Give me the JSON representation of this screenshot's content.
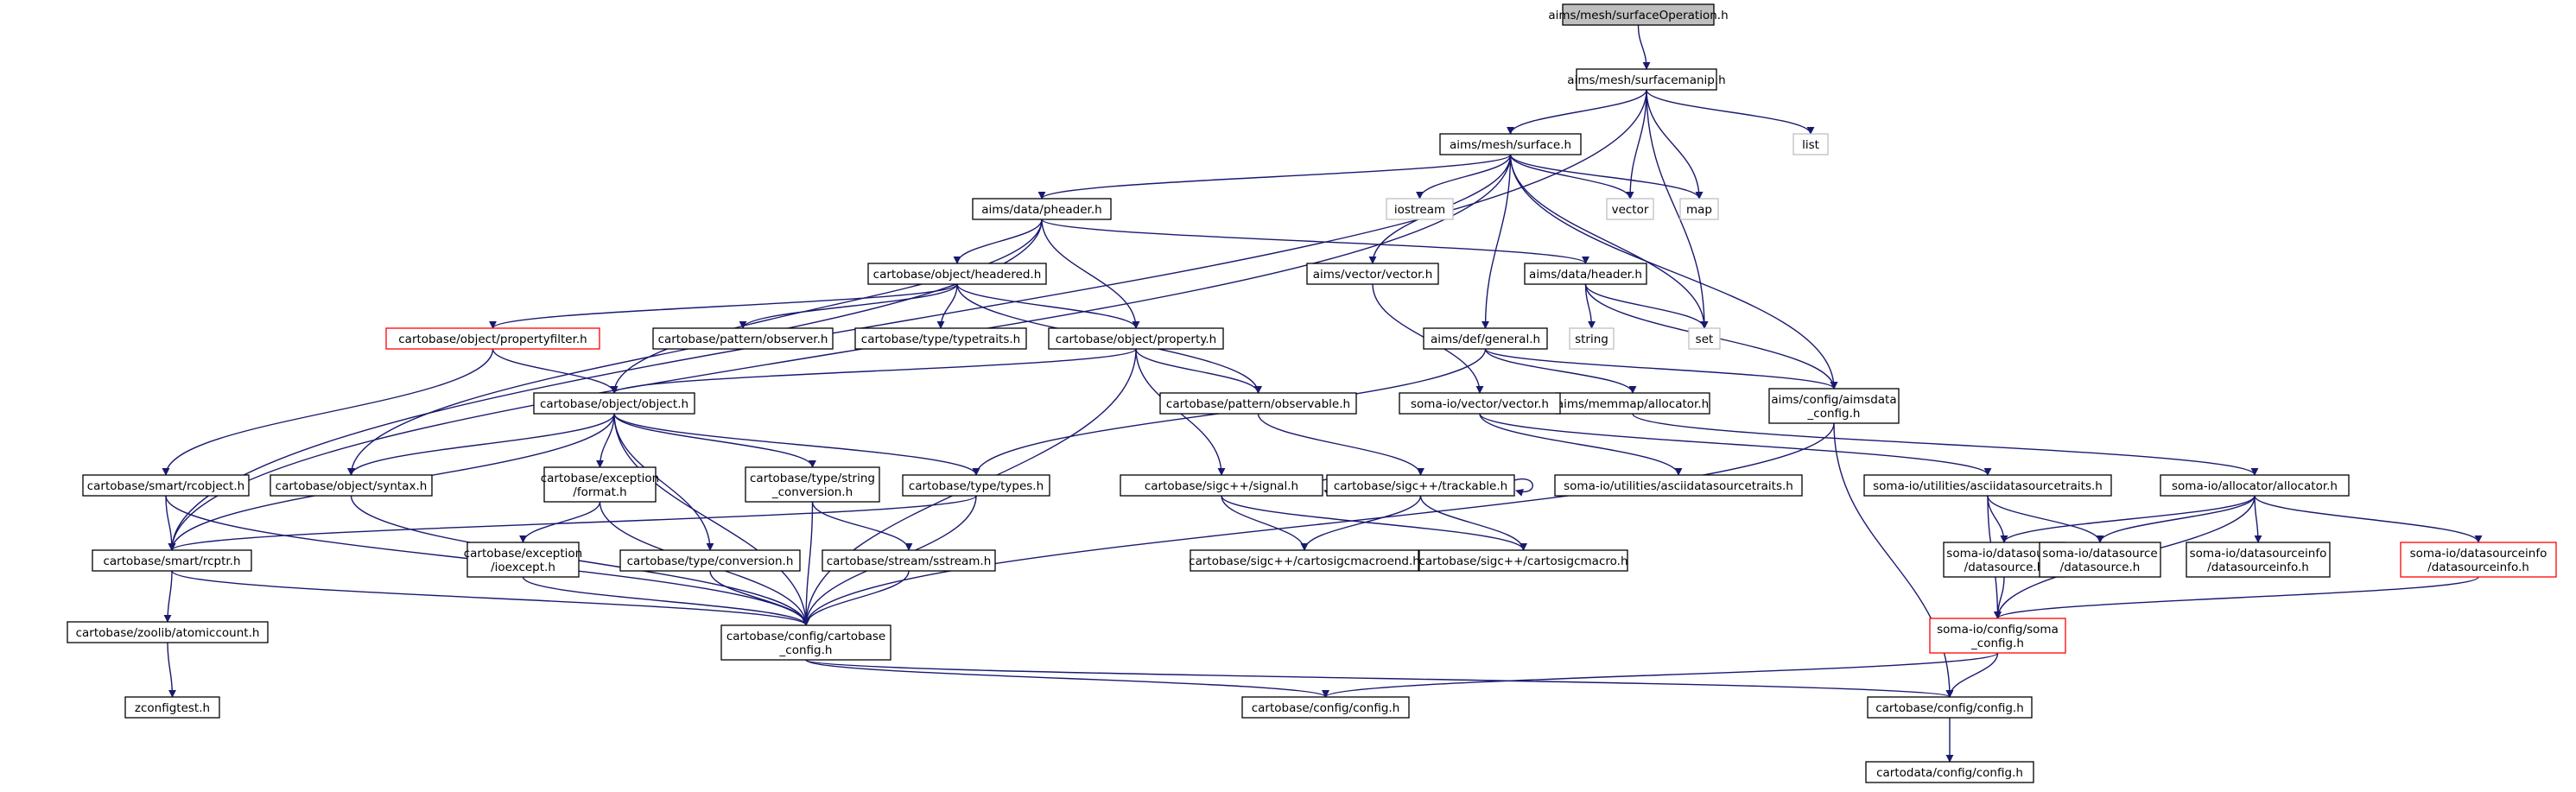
{
  "nodes": [
    {
      "id": "root",
      "lines": [
        "aims/mesh/surfaceOperation.h"
      ],
      "style": "root"
    },
    {
      "id": "surfacemanip",
      "lines": [
        "aims/mesh/surfacemanip.h"
      ],
      "style": "normal"
    },
    {
      "id": "list",
      "lines": [
        "list"
      ],
      "style": "std"
    },
    {
      "id": "surface",
      "lines": [
        "aims/mesh/surface.h"
      ],
      "style": "normal"
    },
    {
      "id": "vector_std",
      "lines": [
        "vector"
      ],
      "style": "std"
    },
    {
      "id": "map",
      "lines": [
        "map"
      ],
      "style": "std"
    },
    {
      "id": "iostream",
      "lines": [
        "iostream"
      ],
      "style": "std"
    },
    {
      "id": "pheader",
      "lines": [
        "aims/data/pheader.h"
      ],
      "style": "normal"
    },
    {
      "id": "headered",
      "lines": [
        "cartobase/object/headered.h"
      ],
      "style": "normal"
    },
    {
      "id": "aimsvector",
      "lines": [
        "aims/vector/vector.h"
      ],
      "style": "normal"
    },
    {
      "id": "header",
      "lines": [
        "aims/data/header.h"
      ],
      "style": "normal"
    },
    {
      "id": "string",
      "lines": [
        "string"
      ],
      "style": "std"
    },
    {
      "id": "set",
      "lines": [
        "set"
      ],
      "style": "std"
    },
    {
      "id": "propertyfilter",
      "lines": [
        "cartobase/object/propertyfilter.h"
      ],
      "style": "red"
    },
    {
      "id": "observer",
      "lines": [
        "cartobase/pattern/observer.h"
      ],
      "style": "normal"
    },
    {
      "id": "typetraits",
      "lines": [
        "cartobase/type/typetraits.h"
      ],
      "style": "normal"
    },
    {
      "id": "property",
      "lines": [
        "cartobase/object/property.h"
      ],
      "style": "normal"
    },
    {
      "id": "general",
      "lines": [
        "aims/def/general.h"
      ],
      "style": "normal"
    },
    {
      "id": "aimsdataconfig",
      "lines": [
        "aims/config/aimsdata",
        "_config.h"
      ],
      "style": "normal"
    },
    {
      "id": "memmapalloc",
      "lines": [
        "aims/memmap/allocator.h"
      ],
      "style": "normal"
    },
    {
      "id": "object",
      "lines": [
        "cartobase/object/object.h"
      ],
      "style": "normal"
    },
    {
      "id": "observable",
      "lines": [
        "cartobase/pattern/observable.h"
      ],
      "style": "normal"
    },
    {
      "id": "somavector",
      "lines": [
        "soma-io/vector/vector.h"
      ],
      "style": "normal"
    },
    {
      "id": "rcobject",
      "lines": [
        "cartobase/smart/rcobject.h"
      ],
      "style": "normal"
    },
    {
      "id": "syntax",
      "lines": [
        "cartobase/object/syntax.h"
      ],
      "style": "normal"
    },
    {
      "id": "format",
      "lines": [
        "cartobase/exception",
        "/format.h"
      ],
      "style": "normal"
    },
    {
      "id": "stringconv",
      "lines": [
        "cartobase/type/string",
        "_conversion.h"
      ],
      "style": "normal"
    },
    {
      "id": "types",
      "lines": [
        "cartobase/type/types.h"
      ],
      "style": "normal"
    },
    {
      "id": "signal",
      "lines": [
        "cartobase/sigc++/signal.h"
      ],
      "style": "normal"
    },
    {
      "id": "trackable",
      "lines": [
        "cartobase/sigc++/trackable.h"
      ],
      "style": "normal"
    },
    {
      "id": "asciitraits",
      "lines": [
        "soma-io/utilities/asciidatasourcetraits.h"
      ],
      "style": "normal"
    },
    {
      "id": "asciitraits2",
      "lines": [
        "soma-io/utilities/asciidatasourcetraits.h"
      ],
      "style": "normal"
    },
    {
      "id": "somaalloc",
      "lines": [
        "soma-io/allocator/allocator.h"
      ],
      "style": "normal"
    },
    {
      "id": "rcptr",
      "lines": [
        "cartobase/smart/rcptr.h"
      ],
      "style": "normal"
    },
    {
      "id": "ioexcept",
      "lines": [
        "cartobase/exception",
        "/ioexcept.h"
      ],
      "style": "normal"
    },
    {
      "id": "conversion",
      "lines": [
        "cartobase/type/conversion.h"
      ],
      "style": "normal"
    },
    {
      "id": "sstream",
      "lines": [
        "cartobase/stream/sstream.h"
      ],
      "style": "normal"
    },
    {
      "id": "macroend",
      "lines": [
        "cartobase/sigc++/cartosigcmacroend.h"
      ],
      "style": "normal"
    },
    {
      "id": "macro",
      "lines": [
        "cartobase/sigc++/cartosigcmacro.h"
      ],
      "style": "normal"
    },
    {
      "id": "ds1",
      "lines": [
        "soma-io/datasource",
        "/datasource.h"
      ],
      "style": "normal"
    },
    {
      "id": "ds2",
      "lines": [
        "soma-io/datasource",
        "/datasource.h"
      ],
      "style": "normal"
    },
    {
      "id": "dsinfo1",
      "lines": [
        "soma-io/datasourceinfo",
        "/datasourceinfo.h"
      ],
      "style": "normal"
    },
    {
      "id": "dsinfo2",
      "lines": [
        "soma-io/datasourceinfo",
        "/datasourceinfo.h"
      ],
      "style": "red"
    },
    {
      "id": "atomiccount",
      "lines": [
        "cartobase/zoolib/atomiccount.h"
      ],
      "style": "normal"
    },
    {
      "id": "cbconfig",
      "lines": [
        "cartobase/config/cartobase",
        "_config.h"
      ],
      "style": "normal"
    },
    {
      "id": "somaconfig",
      "lines": [
        "soma-io/config/soma",
        "_config.h"
      ],
      "style": "red"
    },
    {
      "id": "zconfigtest",
      "lines": [
        "zconfigtest.h"
      ],
      "style": "normal"
    },
    {
      "id": "cbcfg1",
      "lines": [
        "cartobase/config/config.h"
      ],
      "style": "normal"
    },
    {
      "id": "cbcfg2",
      "lines": [
        "cartobase/config/config.h"
      ],
      "style": "normal"
    },
    {
      "id": "cdconfig",
      "lines": [
        "cartodata/config/config.h"
      ],
      "style": "normal"
    }
  ],
  "edges": [
    [
      "root",
      "surfacemanip"
    ],
    [
      "surfacemanip",
      "surface"
    ],
    [
      "surfacemanip",
      "list"
    ],
    [
      "surfacemanip",
      "vector_std"
    ],
    [
      "surfacemanip",
      "map"
    ],
    [
      "surfacemanip",
      "set"
    ],
    [
      "surfacemanip",
      "rcptr"
    ],
    [
      "surface",
      "pheader"
    ],
    [
      "surface",
      "iostream"
    ],
    [
      "surface",
      "vector_std"
    ],
    [
      "surface",
      "map"
    ],
    [
      "surface",
      "set"
    ],
    [
      "surface",
      "aimsvector"
    ],
    [
      "surface",
      "general"
    ],
    [
      "surface",
      "aimsdataconfig"
    ],
    [
      "surface",
      "rcptr"
    ],
    [
      "pheader",
      "headered"
    ],
    [
      "pheader",
      "header"
    ],
    [
      "pheader",
      "property"
    ],
    [
      "pheader",
      "object"
    ],
    [
      "pheader",
      "syntax"
    ],
    [
      "headered",
      "propertyfilter"
    ],
    [
      "headered",
      "observer"
    ],
    [
      "headered",
      "typetraits"
    ],
    [
      "headered",
      "property"
    ],
    [
      "headered",
      "observable"
    ],
    [
      "header",
      "string"
    ],
    [
      "header",
      "set"
    ],
    [
      "header",
      "aimsdataconfig"
    ],
    [
      "aimsvector",
      "somavector"
    ],
    [
      "general",
      "types"
    ],
    [
      "general",
      "memmapalloc"
    ],
    [
      "general",
      "aimsdataconfig"
    ],
    [
      "propertyfilter",
      "object"
    ],
    [
      "propertyfilter",
      "rcobject"
    ],
    [
      "property",
      "object"
    ],
    [
      "property",
      "observable"
    ],
    [
      "property",
      "signal"
    ],
    [
      "property",
      "cbconfig"
    ],
    [
      "observable",
      "trackable"
    ],
    [
      "memmapalloc",
      "somaalloc"
    ],
    [
      "aimsdataconfig",
      "cbconfig"
    ],
    [
      "aimsdataconfig",
      "cbcfg2"
    ],
    [
      "somavector",
      "asciitraits"
    ],
    [
      "somavector",
      "asciitraits2"
    ],
    [
      "object",
      "syntax"
    ],
    [
      "object",
      "format"
    ],
    [
      "object",
      "stringconv"
    ],
    [
      "object",
      "types"
    ],
    [
      "object",
      "conversion"
    ],
    [
      "object",
      "rcptr"
    ],
    [
      "object",
      "cbconfig"
    ],
    [
      "rcobject",
      "rcptr"
    ],
    [
      "rcobject",
      "cbconfig"
    ],
    [
      "syntax",
      "cbconfig"
    ],
    [
      "format",
      "ioexcept"
    ],
    [
      "format",
      "cbconfig"
    ],
    [
      "stringconv",
      "sstream"
    ],
    [
      "stringconv",
      "cbconfig"
    ],
    [
      "types",
      "rcptr"
    ],
    [
      "types",
      "cbconfig"
    ],
    [
      "signal",
      "signal"
    ],
    [
      "signal",
      "macroend"
    ],
    [
      "signal",
      "macro"
    ],
    [
      "trackable",
      "trackable"
    ],
    [
      "trackable",
      "macroend"
    ],
    [
      "trackable",
      "macro"
    ],
    [
      "asciitraits2",
      "ds1"
    ],
    [
      "asciitraits2",
      "ds2"
    ],
    [
      "asciitraits2",
      "somaconfig"
    ],
    [
      "somaalloc",
      "ds1"
    ],
    [
      "somaalloc",
      "ds2"
    ],
    [
      "somaalloc",
      "dsinfo1"
    ],
    [
      "somaalloc",
      "dsinfo2"
    ],
    [
      "somaalloc",
      "somaconfig"
    ],
    [
      "rcptr",
      "atomiccount"
    ],
    [
      "rcptr",
      "cbconfig"
    ],
    [
      "ioexcept",
      "cbconfig"
    ],
    [
      "conversion",
      "cbconfig"
    ],
    [
      "sstream",
      "cbconfig"
    ],
    [
      "ds1",
      "somaconfig"
    ],
    [
      "dsinfo2",
      "somaconfig"
    ],
    [
      "atomiccount",
      "zconfigtest"
    ],
    [
      "cbconfig",
      "cbcfg1"
    ],
    [
      "cbconfig",
      "cbcfg2"
    ],
    [
      "somaconfig",
      "cbcfg1"
    ],
    [
      "somaconfig",
      "cbcfg2"
    ],
    [
      "cbcfg2",
      "cdconfig"
    ]
  ]
}
